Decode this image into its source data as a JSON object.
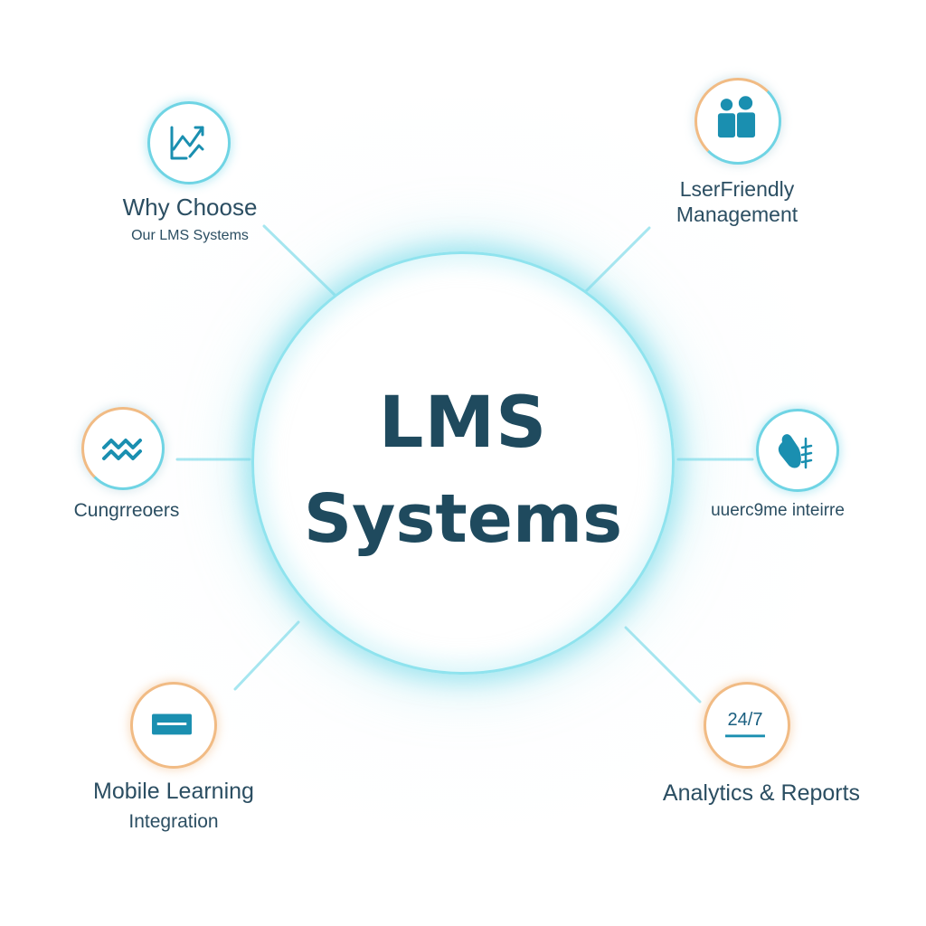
{
  "hub": {
    "line1": "LMS",
    "line2": "Systems"
  },
  "nodes": {
    "top_left": {
      "icon": "growth-chart-icon",
      "title": "Why Choose",
      "subtitle": "Our LMS Systems"
    },
    "top_right": {
      "icon": "users-icon",
      "line1": "LserFriendly",
      "line2": "Management"
    },
    "mid_left": {
      "icon": "wave-icon",
      "label": "Cungrreoers"
    },
    "mid_right": {
      "icon": "hand-icon",
      "label": "uuerc9me inteirre"
    },
    "bottom_left": {
      "icon": "card-icon",
      "line1": "Mobile Learning",
      "line2": "Integration"
    },
    "bottom_right": {
      "icon": "clock-24-7-icon",
      "badge": "24/7",
      "label": "Analytics & Reports"
    }
  },
  "colors": {
    "accent_teal": "#1a8fb0",
    "ring_teal": "#6fd4e4",
    "ring_orange": "#f1bb84",
    "text_dark": "#1f4a5e"
  }
}
